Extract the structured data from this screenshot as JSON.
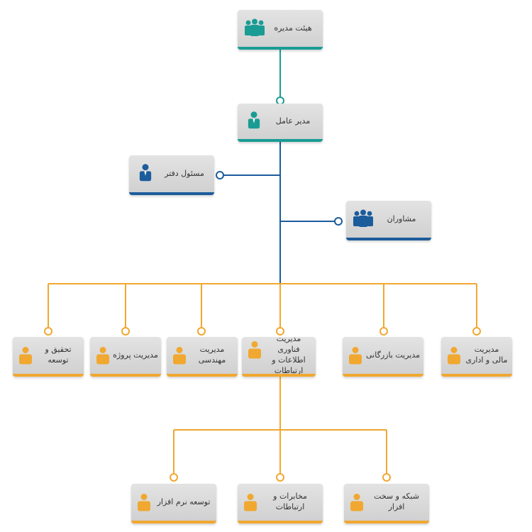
{
  "colors": {
    "teal": "#1a9c95",
    "navy": "#1c5c9b",
    "orange": "#f0a830",
    "box_fill": "#d9d9d9"
  },
  "nodes": {
    "board": {
      "label": "هیئت مدیره",
      "icon": "group-icon"
    },
    "ceo": {
      "label": "مدیر عامل",
      "icon": "person-icon"
    },
    "office_manager": {
      "label": "مسئول دفتر",
      "icon": "person-icon"
    },
    "advisors": {
      "label": "مشاوران",
      "icon": "group-icon"
    },
    "finance_admin": {
      "label_line1": "مدیریت",
      "label_line2": "مالی و اداری",
      "icon": "person-icon"
    },
    "commerce": {
      "label": "مدیریت بازرگانی",
      "icon": "person-icon"
    },
    "it": {
      "label_line1": "مدیریت فناوری",
      "label_line2": "اطلاعات و ارتباطات",
      "icon": "person-icon"
    },
    "engineering": {
      "label": "مدیریت مهندسی",
      "icon": "person-icon"
    },
    "project": {
      "label": "مدیریت پروژه",
      "icon": "person-icon"
    },
    "rnd": {
      "label": "تحقیق و توسعه",
      "icon": "person-icon"
    },
    "network_hw": {
      "label": "شبکه و سخت افزار",
      "icon": "person-icon"
    },
    "telecom": {
      "label": "مخابرات و ارتباطات",
      "icon": "person-icon"
    },
    "software_dev": {
      "label": "توسعه نرم افزار",
      "icon": "person-icon"
    }
  }
}
